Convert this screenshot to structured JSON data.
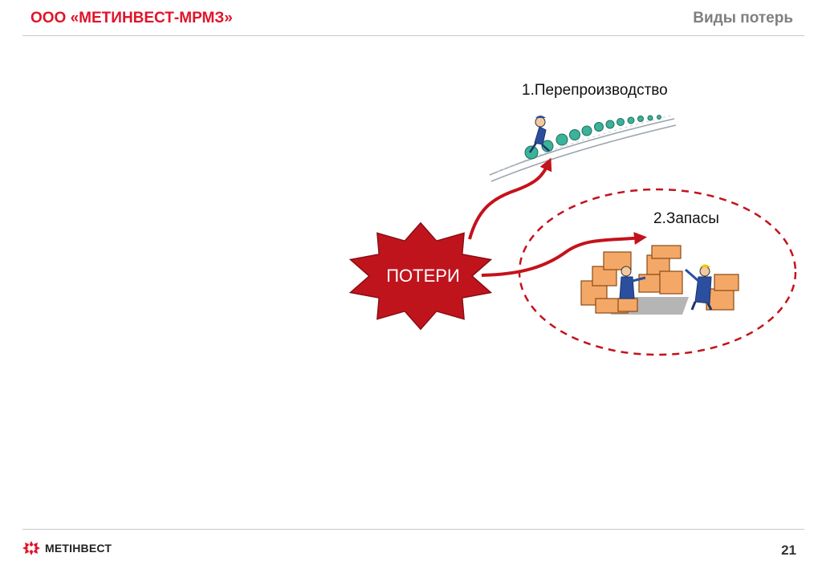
{
  "header": {
    "company": "ООО «МЕТИНВЕСТ-МРМЗ»",
    "title": "Виды потерь"
  },
  "diagram": {
    "center_label": "ПОТЕРИ",
    "items": [
      {
        "label": "1.Перепроизводство",
        "illustration": "overproduction-conveyor"
      },
      {
        "label": "2.Запасы",
        "illustration": "inventory-boxes"
      }
    ]
  },
  "footer": {
    "logo_text": "МЕТІНВЕСТ",
    "page_number": "21"
  },
  "colors": {
    "brand_red": "#e0142a",
    "star_fill": "#c0141d",
    "arrow": "#c4121b",
    "title_gray": "#7f7f7f"
  }
}
